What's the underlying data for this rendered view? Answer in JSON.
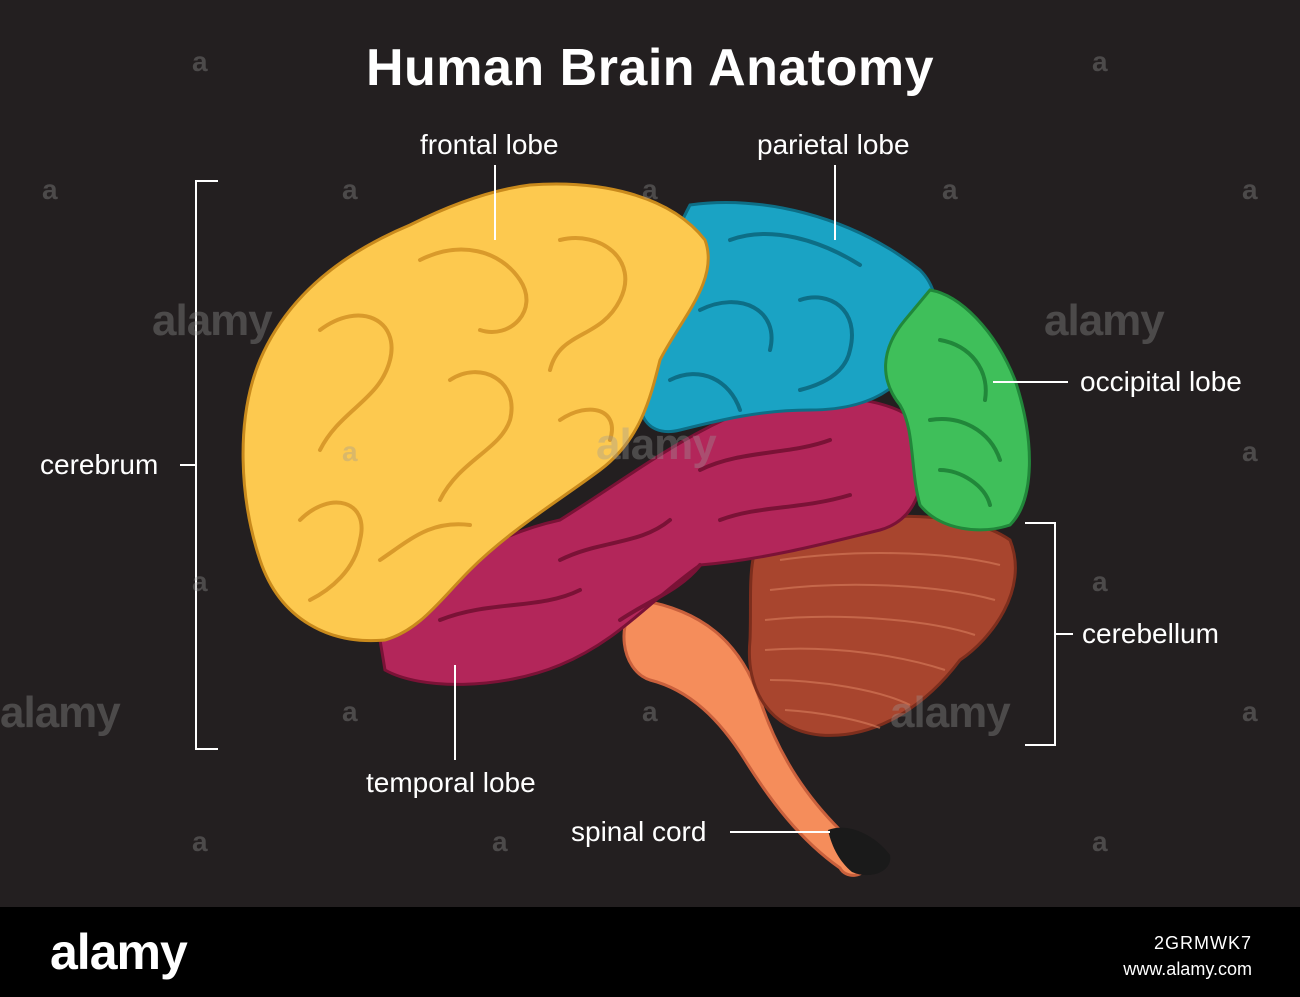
{
  "title": "Human Brain Anatomy",
  "labels": {
    "frontal": "frontal lobe",
    "parietal": "parietal lobe",
    "occipital": "occipital lobe",
    "cerebrum": "cerebrum",
    "cerebellum": "cerebellum",
    "temporal": "temporal lobe",
    "spinal": "spinal cord"
  },
  "colors": {
    "background": "#231f20",
    "frontal": "#fdc94f",
    "parietal": "#1aa3c4",
    "occipital": "#3fbf5a",
    "temporal": "#b3265a",
    "cerebellum": "#a8452e",
    "brainstem": "#f58d5b"
  },
  "watermark": {
    "small": "a",
    "large": "alamy"
  },
  "footer": {
    "logo": "alamy",
    "image_id": "2GRMWK7",
    "url": "www.alamy.com"
  }
}
